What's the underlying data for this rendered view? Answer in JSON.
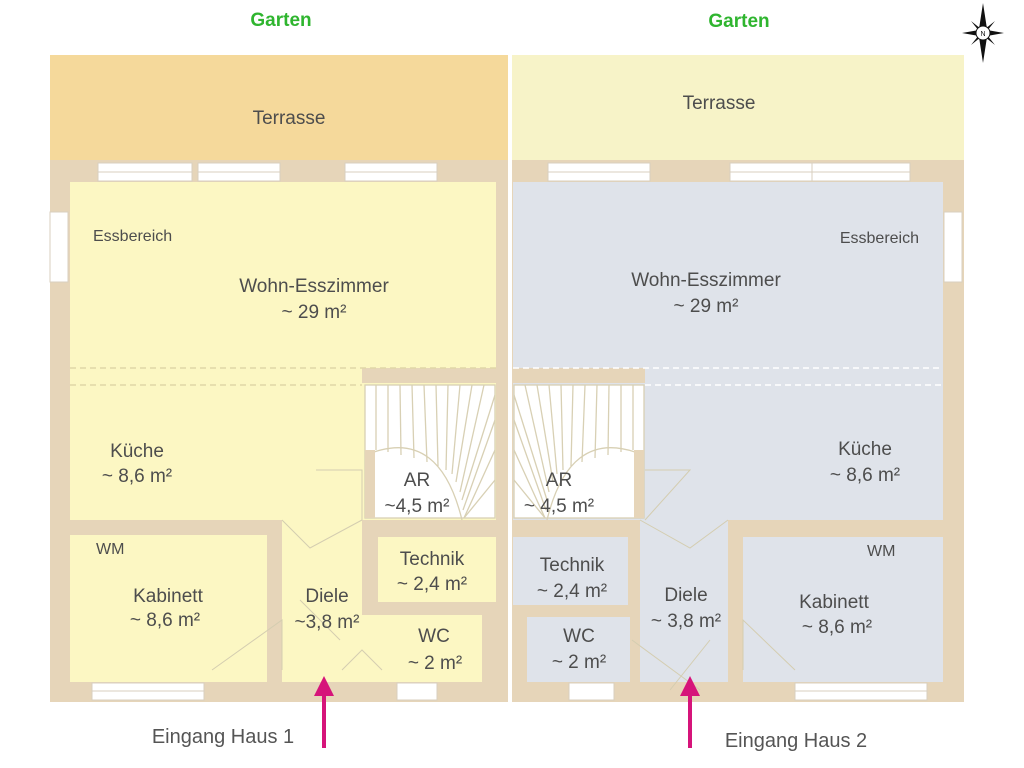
{
  "colors": {
    "wall": "#e6d5b9",
    "house1_floor": "#fcf7c3",
    "house1_terrace": "#f5d99b",
    "house2_floor": "#dfe3ea",
    "house2_terrace": "#f7f3c8",
    "garden_text": "#2fb52f",
    "entrance_arrow": "#d6147a",
    "label_text": "#4d4d4d"
  },
  "compass": {
    "label": "N",
    "icon": "compass-rose-icon"
  },
  "house1": {
    "garden": "Garten",
    "terrace": "Terrasse",
    "dining_area": "Essbereich",
    "living": {
      "name": "Wohn-Esszimmer",
      "area": "~ 29 m²"
    },
    "kitchen": {
      "name": "Küche",
      "area": "~ 8,6 m²"
    },
    "storage": {
      "name": "AR",
      "area": "~4,5 m²"
    },
    "washer": "WM",
    "cabinet": {
      "name": "Kabinett",
      "area": "~ 8,6 m²"
    },
    "hall": {
      "name": "Diele",
      "area": "~3,8 m²"
    },
    "technik": {
      "name": "Technik",
      "area": "~ 2,4 m²"
    },
    "wc": {
      "name": "WC",
      "area": "~ 2 m²"
    },
    "entrance": "Eingang Haus 1"
  },
  "house2": {
    "garden": "Garten",
    "terrace": "Terrasse",
    "dining_area": "Essbereich",
    "living": {
      "name": "Wohn-Esszimmer",
      "area": "~ 29 m²"
    },
    "kitchen": {
      "name": "Küche",
      "area": "~ 8,6 m²"
    },
    "storage": {
      "name": "AR",
      "area": "~ 4,5 m²"
    },
    "washer": "WM",
    "cabinet": {
      "name": "Kabinett",
      "area": "~ 8,6 m²"
    },
    "hall": {
      "name": "Diele",
      "area": "~ 3,8 m²"
    },
    "technik": {
      "name": "Technik",
      "area": "~ 2,4 m²"
    },
    "wc": {
      "name": "WC",
      "area": "~ 2 m²"
    },
    "entrance": "Eingang Haus 2"
  }
}
